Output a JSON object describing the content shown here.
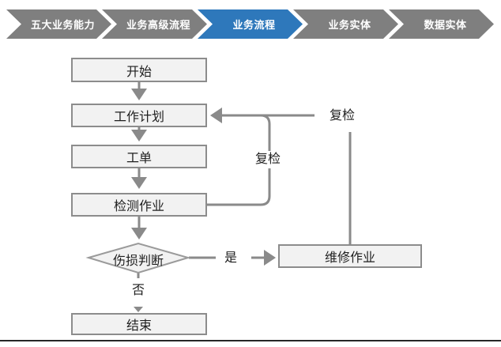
{
  "nav": {
    "items": [
      {
        "label": "五大业务能力",
        "active": false
      },
      {
        "label": "业务高级流程",
        "active": false
      },
      {
        "label": "业务流程",
        "active": true
      },
      {
        "label": "业务实体",
        "active": false
      },
      {
        "label": "数据实体",
        "active": false
      }
    ]
  },
  "flow": {
    "nodes": {
      "start": {
        "label": "开始",
        "shape": "rect"
      },
      "plan": {
        "label": "工作计划",
        "shape": "rect"
      },
      "order": {
        "label": "工单",
        "shape": "rect"
      },
      "inspect": {
        "label": "检测作业",
        "shape": "rect"
      },
      "judge": {
        "label": "伤损判断",
        "shape": "diamond"
      },
      "repair": {
        "label": "维修作业",
        "shape": "rect"
      },
      "end": {
        "label": "结束",
        "shape": "rect"
      }
    },
    "edge_labels": {
      "recheck_from_repair": "复检",
      "recheck_from_inspect": "复检",
      "yes": "是",
      "no": "否"
    }
  },
  "colors": {
    "tab_gray": "#7f7f7f",
    "tab_active_blue": "#2e78bb",
    "node_fill": "#f2f2f2",
    "node_border": "#8c8c8c",
    "connector": "#8a8a8a",
    "bottom_rule": "#262626"
  }
}
